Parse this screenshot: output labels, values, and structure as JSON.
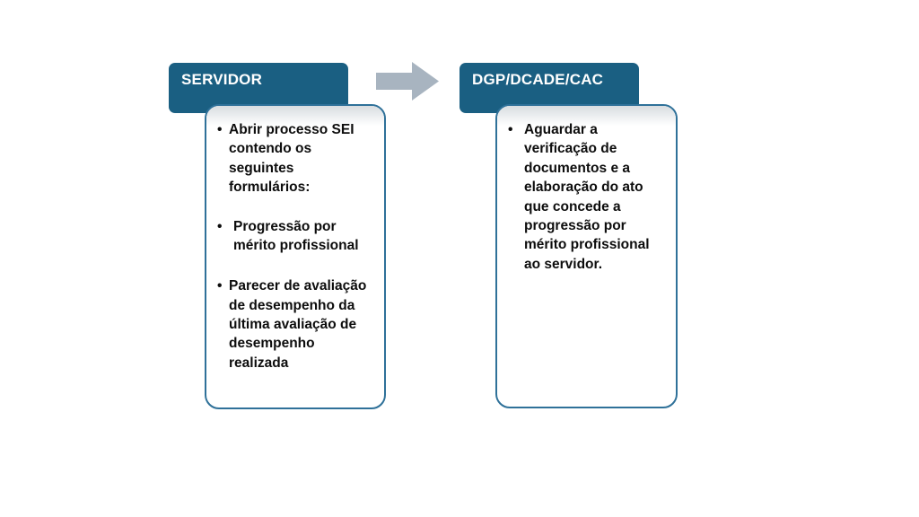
{
  "slide": {
    "background_color": "#ffffff",
    "accent_header_color": "#1a5f82",
    "card_border_color": "#2f7199",
    "arrow_color": "#a8b4c0",
    "text_color": "#0d0d0d"
  },
  "steps": [
    {
      "header": "SERVIDOR",
      "bullets": [
        {
          "text": "Abrir processo SEI contendo os seguintes formulários:",
          "indented": false
        },
        {
          "text": " Progressão por mérito profissional",
          "indented": true
        },
        {
          "text": "Parecer de avaliação de desempenho  da última avaliação de desempenho realizada",
          "indented": false
        }
      ]
    },
    {
      "header": "DGP/DCADE/CAC",
      "bullets": [
        {
          "text": " Aguardar a verificação de documentos e a elaboração do ato que concede a progressão por mérito profissional ao  servidor.",
          "indented": true
        }
      ]
    }
  ],
  "arrow": {
    "label": "right-arrow-connector",
    "direction": "right"
  }
}
